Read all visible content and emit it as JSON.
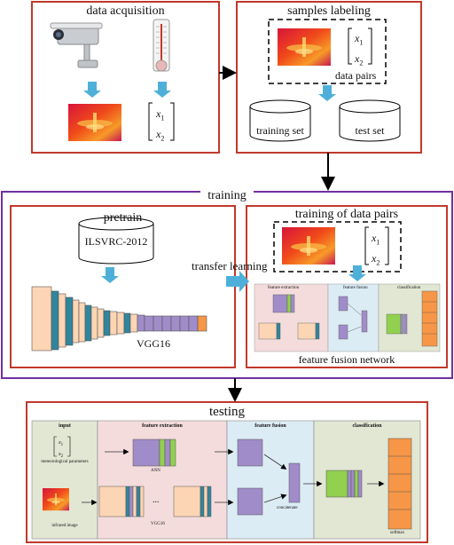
{
  "acquisition": {
    "title": "data acquisition"
  },
  "labeling": {
    "title": "samples labeling",
    "pairs_label": "data pairs",
    "training_set": "training set",
    "test_set": "test set"
  },
  "training": {
    "title": "training",
    "pretrain": {
      "title": "pretrain",
      "dataset": "ILSVRC-2012",
      "model": "VGG16"
    },
    "transfer": "transfer learning",
    "pairs": {
      "title": "training of data pairs"
    },
    "network_caption": "feature fusion network",
    "net_sections": [
      "feature extraction",
      "feature fusion",
      "classification"
    ]
  },
  "testing": {
    "title": "testing",
    "sections": [
      "input",
      "feature extraction",
      "feature fusion",
      "classification"
    ],
    "labels": {
      "met": "meteorological parameters",
      "ir": "infrared image",
      "ann": "ANN",
      "vgg": "VGG16",
      "concat": "concatenate",
      "softmax": "softmax",
      "dots": "..."
    }
  },
  "vector": {
    "x1": "x",
    "x1_sub": "1",
    "x2": "x",
    "x2_sub": "2"
  },
  "colors": {
    "frame_red": "#c0392b",
    "frame_purple": "#7030a0",
    "arrow_blue": "#4eb0d8",
    "orange": "#f79646",
    "purple_block": "#a08cc8",
    "green_block": "#92d050",
    "peach_block": "#fcd5b4",
    "teal_block": "#31859c"
  }
}
